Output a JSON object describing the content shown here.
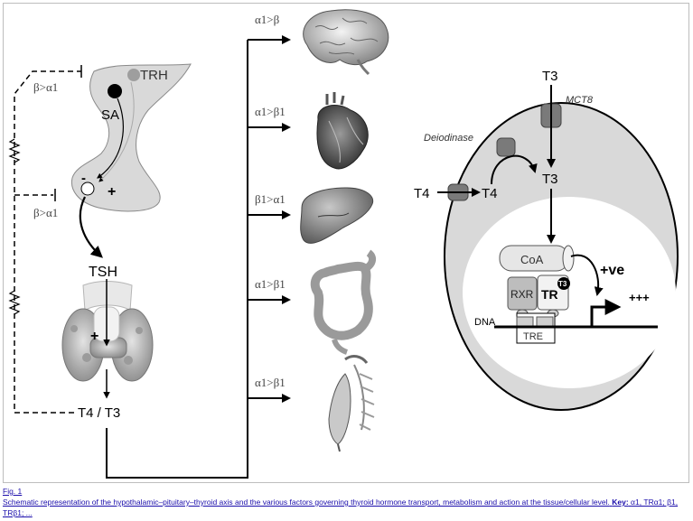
{
  "diagram": {
    "hormones": {
      "trh": "TRH",
      "sa": "SA",
      "tsh": "TSH",
      "t4_t3": "T4 / T3",
      "t3_top": "T3",
      "t3_mid": "T3",
      "t4_out": "T4",
      "t4_in": "T4"
    },
    "feedback": {
      "upper": "β>α1",
      "lower": "β>α1",
      "inhibit_mark": "-",
      "stim_mark": "+",
      "thyroid_plus": "+"
    },
    "organ_ratios": {
      "brain": "α1>β",
      "heart": "α1>β1",
      "liver": "β1>α1",
      "intestine": "α1>β1",
      "muscle": "α1>β1"
    },
    "cell": {
      "mct8": "MCT8",
      "deiodinase": "Deiodinase",
      "coa": "CoA",
      "rxr": "RXR",
      "tr": "TR",
      "t3_badge": "T3",
      "positive": "+ve",
      "triple_plus": "+++",
      "dna": "DNA",
      "tre": "TRE"
    }
  },
  "caption": {
    "fig_link": "Fig. 1",
    "text": "Schematic representation of the hypothalamic–pituitary–thyroid axis and the various factors governing thyroid hormone transport, metabolism and action at the tissue/cellular level.",
    "key_label": "Key:",
    "key_text": "α1, TRα1; β1, TRβ1; ..."
  },
  "colors": {
    "cell_outer": "#d9d9d9",
    "nucleus": "#ffffff",
    "transporter": "#7a7a7a",
    "caption_link": "#1a0dab"
  }
}
